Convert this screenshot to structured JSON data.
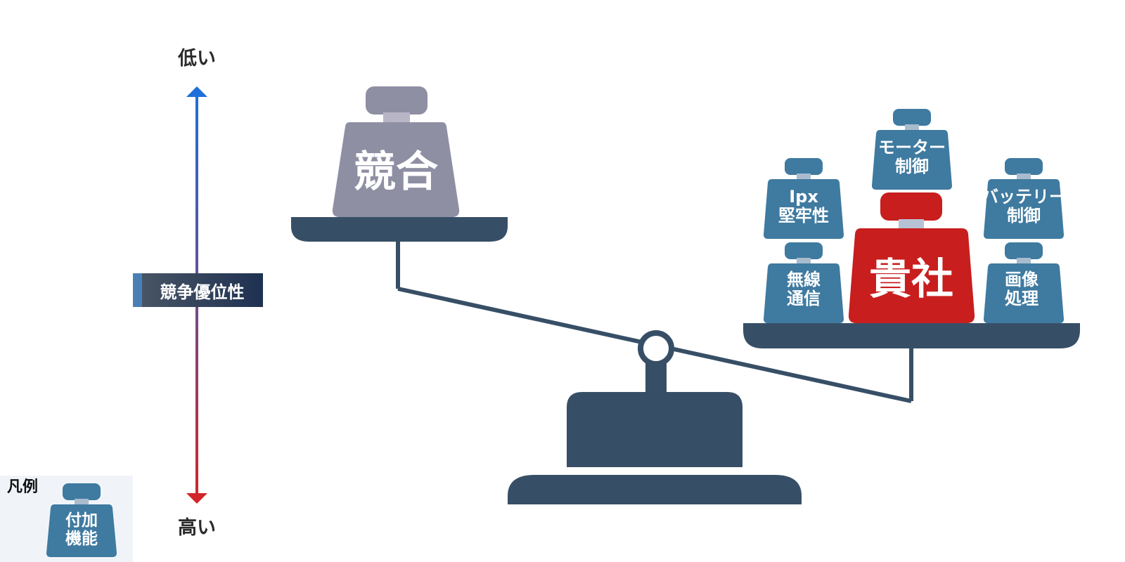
{
  "axis": {
    "top_label": "低い",
    "bottom_label": "高い",
    "badge_label": "競争優位性"
  },
  "competitor": {
    "label": "競合",
    "color": "#8e8fa3"
  },
  "company": {
    "label": "貴社",
    "color": "#c81e1e"
  },
  "features": [
    {
      "lines": [
        "モーター",
        "制御"
      ]
    },
    {
      "lines": [
        "Ipx",
        "堅牢性"
      ]
    },
    {
      "lines": [
        "バッテリー",
        "制御"
      ]
    },
    {
      "lines": [
        "無線",
        "通信"
      ]
    },
    {
      "lines": [
        "画像",
        "処理"
      ]
    }
  ],
  "legend": {
    "title": "凡例",
    "item_lines": [
      "付加",
      "機能"
    ]
  },
  "colors": {
    "feature_weight": "#3f7aa0",
    "balance": "#374f66",
    "axis_top": "#1e6fd9",
    "axis_bottom": "#d2252a"
  }
}
